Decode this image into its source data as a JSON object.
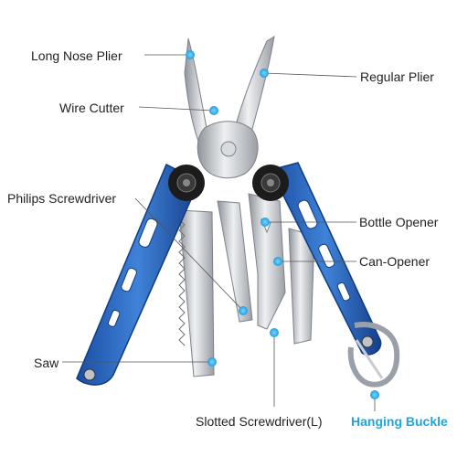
{
  "labels": {
    "long_nose_plier": "Long Nose Plier",
    "regular_plier": "Regular Plier",
    "wire_cutter": "Wire Cutter",
    "philips_screwdriver": "Philips Screwdriver",
    "bottle_opener": "Bottle Opener",
    "can_opener": "Can-Opener",
    "saw": "Saw",
    "slotted_screwdriver": "Slotted Screwdriver(L)",
    "hanging_buckle": "Hanging Buckle"
  },
  "colors": {
    "handle_blue": "#2563b8",
    "handle_blue_dark": "#143f86",
    "steel": "#c9ccd1",
    "steel_dark": "#8c9098",
    "marker": "#2aa9e6",
    "accent_text": "#1da6e0",
    "leader_line": "#555555"
  }
}
